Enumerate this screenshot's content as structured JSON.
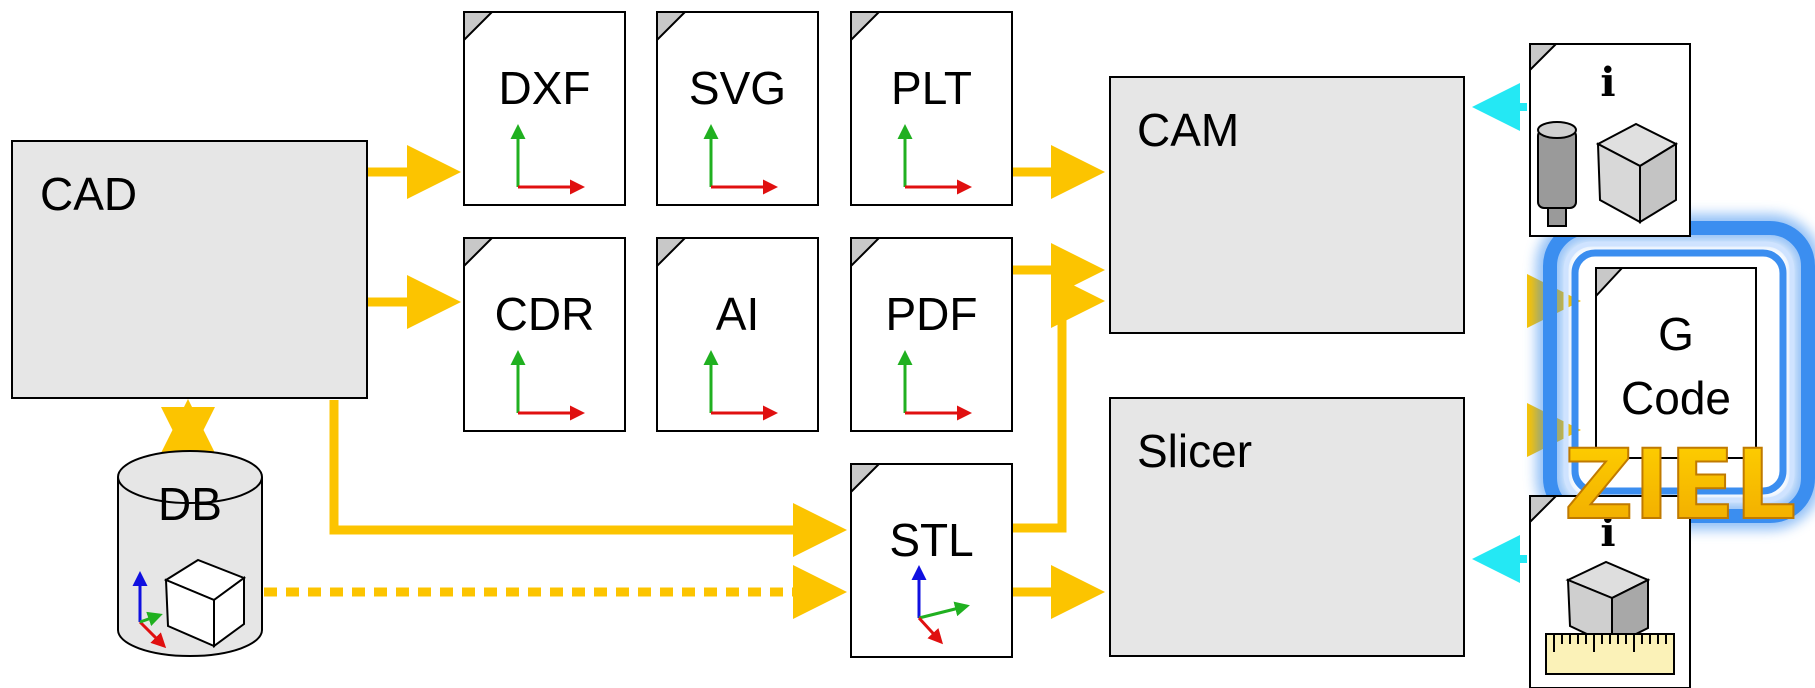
{
  "blocks": {
    "cad": "CAD",
    "cam": "CAM",
    "slicer": "Slicer",
    "db": "DB"
  },
  "files": {
    "dxf": "DXF",
    "svg": "SVG",
    "plt": "PLT",
    "cdr": "CDR",
    "ai": "AI",
    "pdf": "PDF",
    "stl": "STL"
  },
  "gcode": {
    "line1": "G",
    "line2": "Code"
  },
  "info": {
    "cam_info": "i",
    "slicer_info": "i"
  },
  "target_label": "ZIEL",
  "colors": {
    "flow_arrow": "#fcc400",
    "info_arrow": "#24e8f4",
    "box_fill": "#e6e6e6",
    "glow": "#3b8ef0",
    "axis_x": "#e01010",
    "axis_y": "#20b020",
    "axis_z": "#1010e0"
  },
  "icons": [
    "document-icon",
    "axes-2d-icon",
    "axes-3d-icon",
    "cube-icon",
    "database-icon",
    "milling-tool-icon",
    "ruler-icon",
    "info-icon"
  ]
}
